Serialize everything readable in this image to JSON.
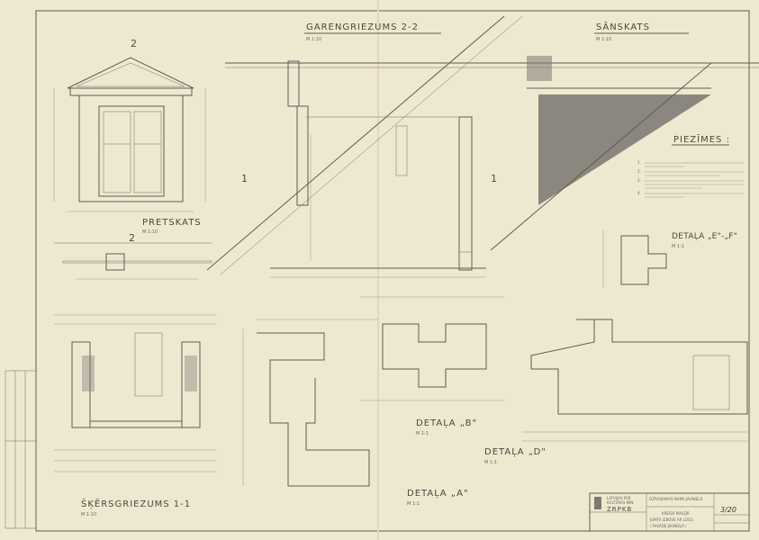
{
  "views": {
    "longitudinal_section": {
      "title": "GARENGRIEZUMS 2-2",
      "scale": "M 1:10"
    },
    "side_view": {
      "title": "SĀNSKATS",
      "scale": "M 1:10"
    },
    "front_view": {
      "title": "PRETSKATS",
      "scale": "M 1:10"
    },
    "cross_section": {
      "title": "ŠĶĒRSGRIEZUMS 1-1",
      "scale": "M 1:10"
    },
    "detail_ef": {
      "title": "DETAĻA „E\"-„F\"",
      "scale": "M 1:1"
    },
    "detail_b": {
      "title": "DETAĻA „B\"",
      "scale": "M 1:1"
    },
    "detail_d": {
      "title": "DETAĻA „D\"",
      "scale": "M 1:1"
    },
    "detail_a": {
      "title": "DETAĻA „A\"",
      "scale": "M 1:1"
    }
  },
  "section_markers": [
    "1",
    "1",
    "2",
    "2"
  ],
  "notes": {
    "title": "PIEZĪMES :",
    "items": [
      "1.",
      "2.",
      "3.",
      "4."
    ]
  },
  "title_block": {
    "org_line1": "LATVIJAS PSR",
    "org_line2": "KULTŪRAS MIN.",
    "org_code": "ZRPKB",
    "project": "DZĪVOJAMAIS NAMS JAUNIELĀ",
    "drawing_line1": "KREISĀ MALĒJĀ",
    "drawing_line2": "JUMTA IZBŪVE AR LOGU",
    "drawing_line3": "/ FASĀDE JAUNIELĀ /",
    "sheet_number": "3/20"
  }
}
